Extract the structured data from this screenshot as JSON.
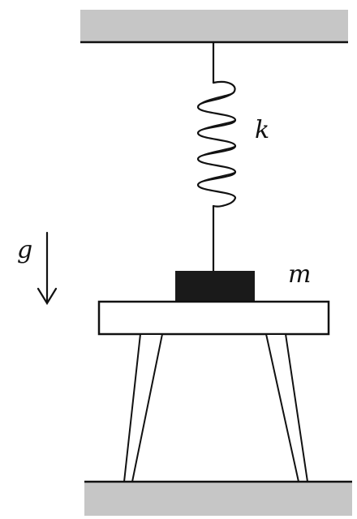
{
  "labels": {
    "spring_constant": "k",
    "mass": "m",
    "gravity": "g"
  },
  "colors": {
    "ground_fill": "#c6c6c6",
    "line": "#111111",
    "mass_fill": "#1a1a1a",
    "table_fill": "#ffffff"
  },
  "icons": {
    "gravity_arrow": "arrow-down-icon"
  }
}
